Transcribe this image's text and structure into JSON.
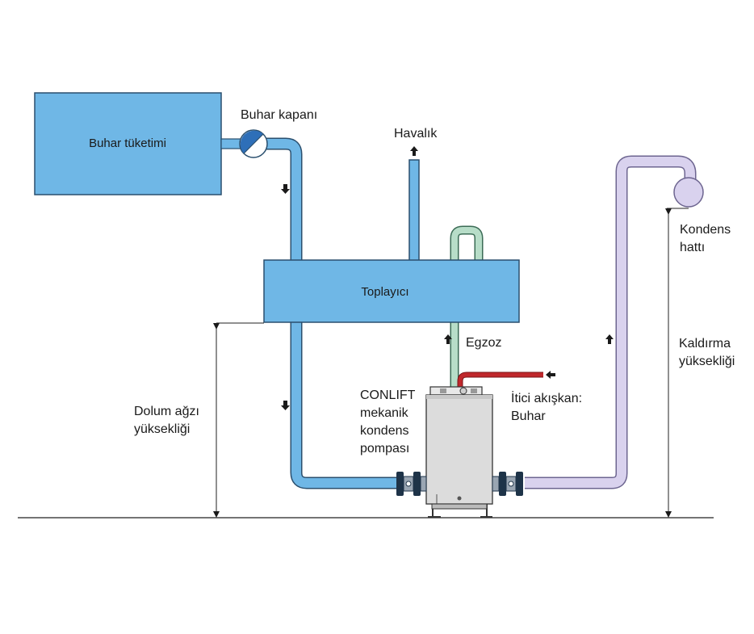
{
  "labels": {
    "steam_consumption": "Buhar tüketimi",
    "steam_trap": "Buhar kapanı",
    "vent": "Havalık",
    "collector": "Toplayıcı",
    "exhaust": "Egzoz",
    "motive_fluid_line1": "İtici akışkan:",
    "motive_fluid_line2": "Buhar",
    "pump_line1": "CONLIFT",
    "pump_line2": "mekanik",
    "pump_line3": "kondens",
    "pump_line4": "pompası",
    "fill_height_line1": "Dolum ağzı",
    "fill_height_line2": "yüksekliği",
    "condensate_line_line1": "Kondens",
    "condensate_line_line2": "hattı",
    "lift_height_line1": "Kaldırma",
    "lift_height_line2": "yüksekliği"
  },
  "colors": {
    "blue_pipe": "#6fb7e6",
    "outline": "#2a4f6e",
    "green_pipe": "#b7ddc8",
    "lilac_pipe": "#d9d2ee",
    "red_pipe": "#c0282c",
    "pump_body": "#dcdcdc",
    "trap_blue": "#2e6fb8"
  }
}
